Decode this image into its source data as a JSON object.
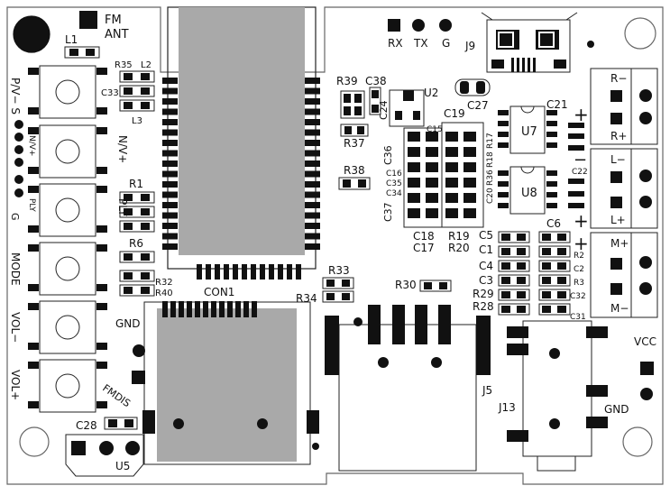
{
  "board_labels": {
    "fm": "FM",
    "ant": "ANT",
    "l1": "L1",
    "r35": "R35",
    "l2": "L2",
    "c33": "C33",
    "l3": "L3",
    "r1": "R1",
    "r6": "R6",
    "r32": "R32",
    "r40": "R40",
    "con1": "CON1",
    "gnd_left": "GND",
    "fmdis": "FMDIS",
    "c28": "C28",
    "u5": "U5",
    "rx": "RX",
    "tx": "TX",
    "g_top": "G",
    "j9": "J9",
    "r39": "R39",
    "c38": "C38",
    "c24": "C24",
    "u2": "U2",
    "r37": "R37",
    "r38": "R38",
    "c36": "C36",
    "c15": "C15",
    "c19": "C19",
    "c27": "C27",
    "c16": "C16",
    "c35": "C35",
    "c34": "C34",
    "c37": "C37",
    "r17": "R17",
    "r18": "R18",
    "r36": "R36",
    "c20": "C20",
    "c18": "C18",
    "c17": "C17",
    "r19": "R19",
    "r20": "R20",
    "u7": "U7",
    "u8": "U8",
    "c21": "C21",
    "c22": "C22",
    "c6": "C6",
    "c5": "C5",
    "c1": "C1",
    "c4": "C4",
    "c3": "C3",
    "r29": "R29",
    "r28": "R28",
    "r2": "R2",
    "c2": "C2",
    "r3": "R3",
    "c32": "C32",
    "c31": "C31",
    "r33": "R33",
    "r34": "R34",
    "r30": "R30",
    "j5": "J5",
    "j13": "J13",
    "vcc": "VCC",
    "gnd_right": "GND",
    "r_minus": "R−",
    "r_plus": "R+",
    "l_minus": "L−",
    "l_plus": "L+",
    "m_plus": "M+",
    "m_minus": "M−",
    "plus1": "+",
    "plus2": "+",
    "plus3": "+",
    "minus1": "−"
  },
  "button_labels": {
    "pv_s": "P/V− S",
    "nv_plus": "N/V+",
    "nv_plus_side": "N/V+",
    "ply": "PLY",
    "ply_side": "PLY",
    "mode": "MODE",
    "vol_minus": "VOL−",
    "vol_plus": "VOL+",
    "g_side": "G"
  }
}
